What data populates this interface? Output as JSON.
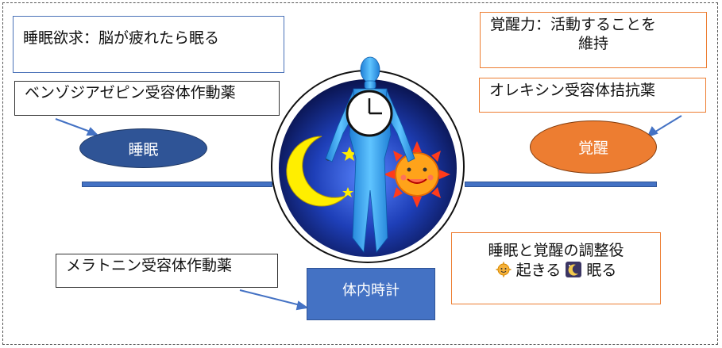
{
  "sleep_drive": {
    "text": "睡眠欲求：脳が疲れたら眠る"
  },
  "benzo": {
    "text": "ベンゾジアゼピン受容体作動薬"
  },
  "sleep_node": {
    "label": "睡眠"
  },
  "wake_force": {
    "line1": "覚醒力：活動することを",
    "line2": "維持"
  },
  "orexin": {
    "text": "オレキシン受容体拮抗薬"
  },
  "wake_node": {
    "label": "覚醒"
  },
  "melatonin": {
    "text": "メラトニン受容体作動薬"
  },
  "body_clock": {
    "label": "体内時計"
  },
  "regulator": {
    "line1": "睡眠と覚醒の調整役",
    "wake_word": "起きる",
    "sleep_word": "眠る"
  },
  "colors": {
    "sleep": "#2f5496",
    "wake": "#ed7d31",
    "clock_box": "#4472c4",
    "moon": "#ffee00",
    "sun": "#ffa31a",
    "figure": "#3aa3f0"
  },
  "icons": [
    "clock-icon",
    "moon-icon",
    "sun-icon",
    "star-icon",
    "human-figure-icon",
    "arrow-icon"
  ]
}
